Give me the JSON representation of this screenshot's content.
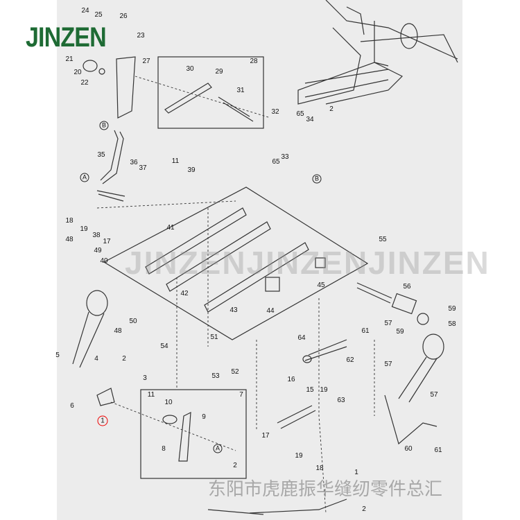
{
  "brand": {
    "logo": "JINZEN",
    "watermark": "JINZENJINZENJINZEN",
    "footer_watermark": "东阳市虎鹿振华缝纫零件总汇",
    "logo_color": "#1e6b34"
  },
  "diagram": {
    "title": "Sewing machine parts exploded diagram",
    "callouts": [
      "24",
      "25",
      "26",
      "23",
      "21",
      "27",
      "20",
      "22",
      "28",
      "30",
      "29",
      "31",
      "32",
      "65",
      "2",
      "34",
      "33",
      "65",
      "B",
      "B",
      "35",
      "36",
      "37",
      "A",
      "11",
      "39",
      "18",
      "19",
      "38",
      "17",
      "48",
      "49",
      "40",
      "41",
      "42",
      "43",
      "44",
      "45",
      "55",
      "56",
      "59",
      "57",
      "58",
      "59",
      "50",
      "48",
      "54",
      "51",
      "53",
      "52",
      "64",
      "61",
      "62",
      "57",
      "19",
      "63",
      "16",
      "15",
      "17",
      "19",
      "18",
      "57",
      "60",
      "61",
      "4",
      "2",
      "3",
      "5",
      "6",
      "1",
      "7",
      "11",
      "10",
      "9",
      "8",
      "A",
      "2",
      "1",
      "2"
    ],
    "highlighted_callout": "1",
    "highlight_color": "#e00000"
  }
}
